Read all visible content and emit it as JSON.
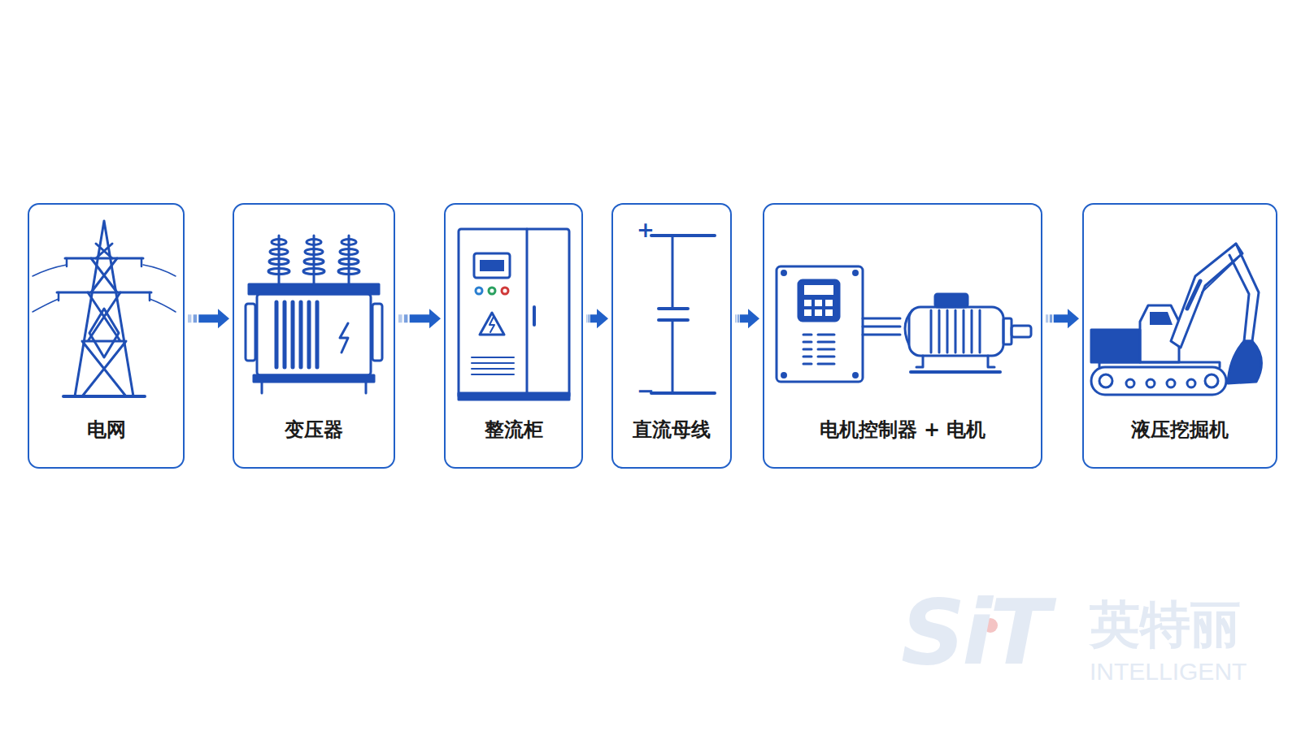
{
  "diagram": {
    "nodes": [
      {
        "text": [
          "电网"
        ]
      },
      {
        "text": [
          "变压器"
        ]
      },
      {
        "text": [
          "整流柜"
        ]
      },
      {
        "text": [
          "直流母线"
        ]
      },
      {
        "text": [
          "电机控制器 + 电机"
        ]
      },
      {
        "text": [
          "液压挖掘机"
        ]
      }
    ],
    "edges": [
      {
        "from": 0,
        "to": 1,
        "arrow": "to"
      },
      {
        "from": 1,
        "to": 2,
        "arrow": "to"
      },
      {
        "from": 2,
        "to": 3,
        "arrow": "to"
      },
      {
        "from": 3,
        "to": 4,
        "arrow": "to"
      },
      {
        "from": 4,
        "to": 5,
        "arrow": "to"
      }
    ],
    "labels": [
      "+",
      "−",
      "SiT",
      "英特丽",
      "INTELLIGENT"
    ]
  }
}
